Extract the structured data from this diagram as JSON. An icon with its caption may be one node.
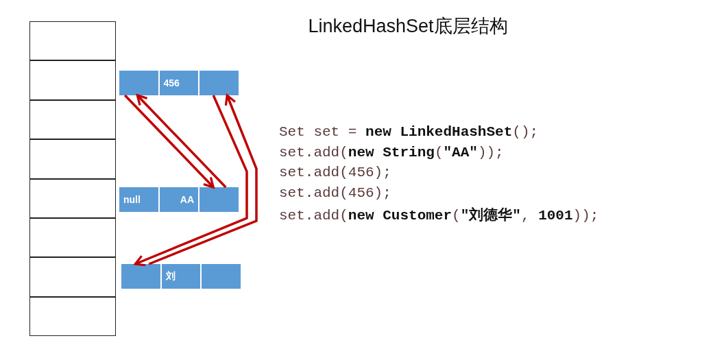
{
  "diagram": {
    "title": "LinkedHashSet底层结构",
    "nodes": [
      {
        "text": [],
        "shape": "box"
      },
      {
        "text": [],
        "shape": "box"
      },
      {
        "text": [],
        "shape": "box"
      },
      {
        "text": [],
        "shape": "box"
      },
      {
        "text": [],
        "shape": "box"
      },
      {
        "text": [],
        "shape": "box"
      },
      {
        "text": [],
        "shape": "box"
      },
      {
        "text": [],
        "shape": "box"
      },
      {
        "text": [],
        "shape": "box"
      },
      {
        "text": [
          "456"
        ]
      },
      {
        "text": [],
        "shape": "box"
      },
      {
        "text": [
          "null"
        ]
      },
      {
        "text": [
          "AA"
        ]
      },
      {
        "text": [],
        "shape": "box"
      },
      {
        "text": [],
        "shape": "box"
      },
      {
        "text": [
          "刘"
        ]
      },
      {
        "text": [],
        "shape": "box"
      }
    ],
    "edges": [
      {
        "from": 8,
        "to": 13,
        "arrow": "to"
      },
      {
        "from": 13,
        "to": 8,
        "arrow": "to"
      },
      {
        "from": 10,
        "to": 14,
        "arrow": "to"
      },
      {
        "from": 14,
        "to": 10,
        "arrow": "to"
      }
    ],
    "labels": [
      "Set set = **new** **LinkedHashSet**();",
      "set.add(**new** **String**(**\"AA\"**));",
      "set.add(456);",
      "set.add(456);",
      "set.add(**new** **Customer**(**\"刘德华\"**, **1001**));"
    ]
  }
}
